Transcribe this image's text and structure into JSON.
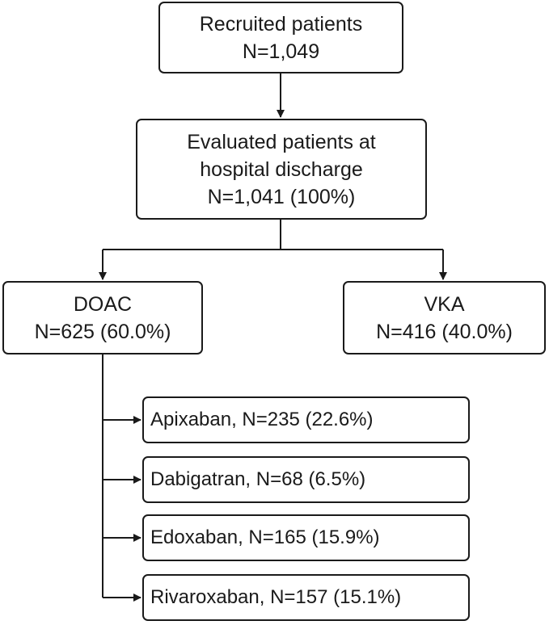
{
  "flowchart": {
    "recruited": {
      "title": "Recruited patients",
      "count": "N=1,049"
    },
    "evaluated": {
      "title_line1": "Evaluated patients at",
      "title_line2": "hospital discharge",
      "count": "N=1,041 (100%)"
    },
    "doac": {
      "title": "DOAC",
      "count": "N=625 (60.0%)"
    },
    "vka": {
      "title": "VKA",
      "count": "N=416 (40.0%)"
    },
    "doac_breakdown": [
      {
        "label": "Apixaban, N=235 (22.6%)"
      },
      {
        "label": "Dabigatran, N=68 (6.5%)"
      },
      {
        "label": "Edoxaban, N=165 (15.9%)"
      },
      {
        "label": "Rivaroxaban, N=157 (15.1%)"
      }
    ]
  }
}
